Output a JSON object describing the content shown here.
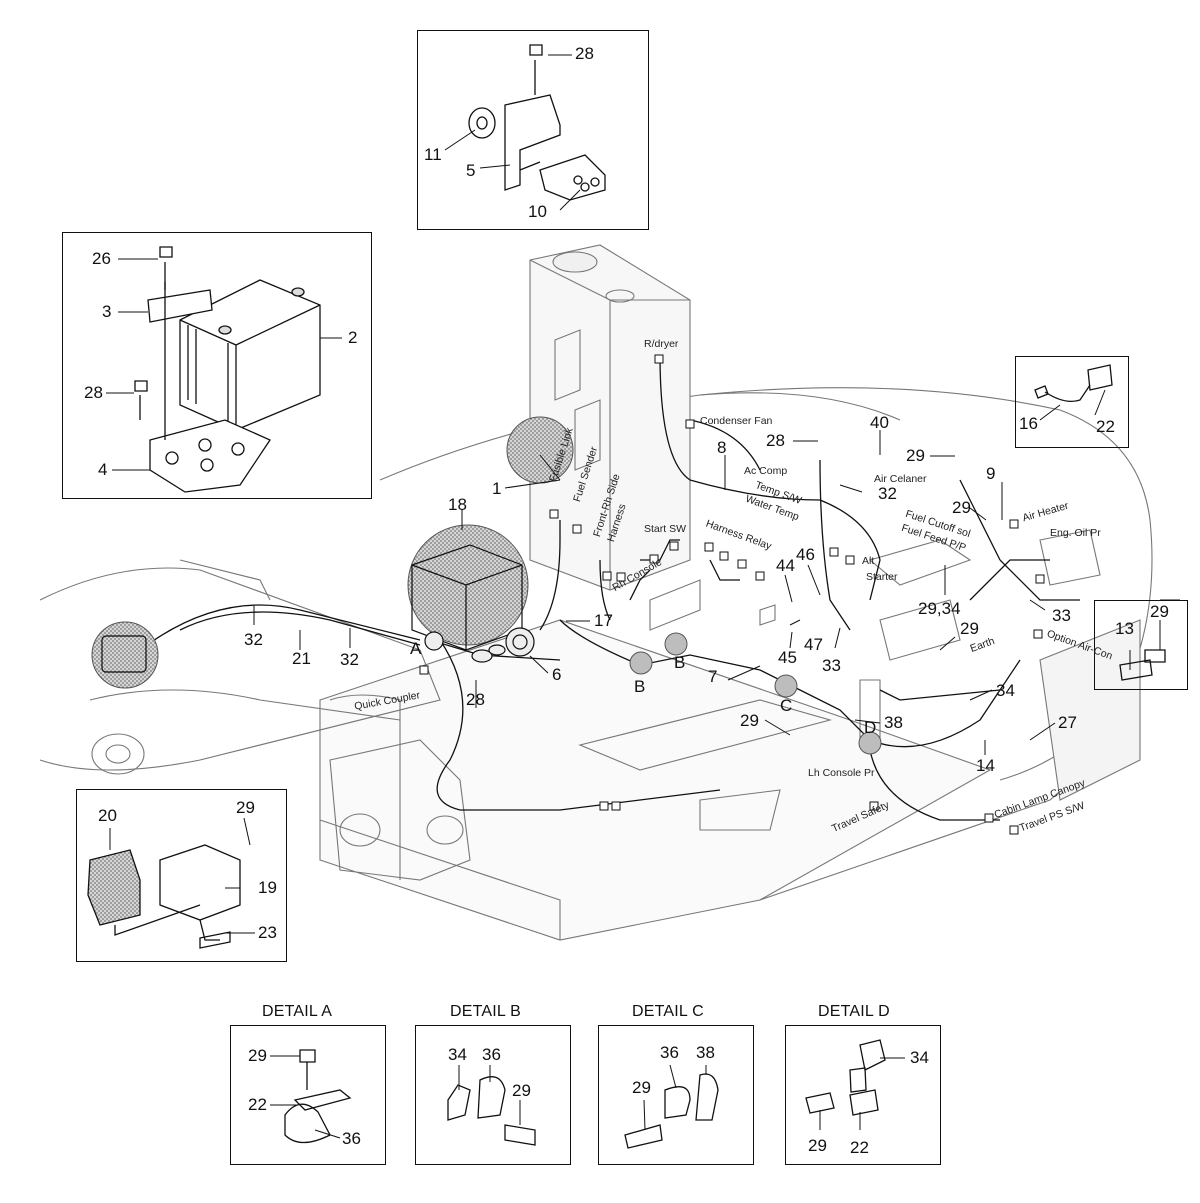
{
  "callouts": [
    {
      "id": "c28a",
      "text": "28"
    },
    {
      "id": "c11",
      "text": "11"
    },
    {
      "id": "c5",
      "text": "5"
    },
    {
      "id": "c10",
      "text": "10"
    },
    {
      "id": "c26",
      "text": "26"
    },
    {
      "id": "c3",
      "text": "3"
    },
    {
      "id": "c2",
      "text": "2"
    },
    {
      "id": "c28b",
      "text": "28"
    },
    {
      "id": "c4",
      "text": "4"
    },
    {
      "id": "c1",
      "text": "1"
    },
    {
      "id": "c18",
      "text": "18"
    },
    {
      "id": "c8",
      "text": "8"
    },
    {
      "id": "c28c",
      "text": "28"
    },
    {
      "id": "c40",
      "text": "40"
    },
    {
      "id": "c29a",
      "text": "29"
    },
    {
      "id": "c9",
      "text": "9"
    },
    {
      "id": "c29b",
      "text": "29"
    },
    {
      "id": "c32a",
      "text": "32"
    },
    {
      "id": "c16",
      "text": "16"
    },
    {
      "id": "c22a",
      "text": "22"
    },
    {
      "id": "c46",
      "text": "46"
    },
    {
      "id": "c44",
      "text": "44"
    },
    {
      "id": "c29c",
      "text": "29,34"
    },
    {
      "id": "c33a",
      "text": "33"
    },
    {
      "id": "c13",
      "text": "13"
    },
    {
      "id": "c29d",
      "text": "29"
    },
    {
      "id": "c32b",
      "text": "32"
    },
    {
      "id": "c21",
      "text": "21"
    },
    {
      "id": "c32c",
      "text": "32"
    },
    {
      "id": "c17",
      "text": "17"
    },
    {
      "id": "c47",
      "text": "47"
    },
    {
      "id": "c45",
      "text": "45"
    },
    {
      "id": "c33b",
      "text": "33"
    },
    {
      "id": "c29e",
      "text": "29"
    },
    {
      "id": "c6",
      "text": "6"
    },
    {
      "id": "c7",
      "text": "7"
    },
    {
      "id": "c34a",
      "text": "34"
    },
    {
      "id": "c28d",
      "text": "28"
    },
    {
      "id": "c29f",
      "text": "29"
    },
    {
      "id": "c38a",
      "text": "38"
    },
    {
      "id": "c27",
      "text": "27"
    },
    {
      "id": "c14",
      "text": "14"
    },
    {
      "id": "c20",
      "text": "20"
    },
    {
      "id": "c29g",
      "text": "29"
    },
    {
      "id": "c19",
      "text": "19"
    },
    {
      "id": "c23",
      "text": "23"
    },
    {
      "id": "cA",
      "text": "A"
    },
    {
      "id": "cB1",
      "text": "B"
    },
    {
      "id": "cB2",
      "text": "B"
    },
    {
      "id": "cC",
      "text": "C"
    },
    {
      "id": "cD",
      "text": "D"
    }
  ],
  "connector_labels": [
    {
      "id": "rdryer",
      "text": "R/dryer"
    },
    {
      "id": "condfan",
      "text": "Condenser Fan"
    },
    {
      "id": "accomp",
      "text": "Ac Comp"
    },
    {
      "id": "aircleaner",
      "text": "Air Celaner"
    },
    {
      "id": "tempsw",
      "text": "Temp S/W"
    },
    {
      "id": "watertemp",
      "text": "Water Temp"
    },
    {
      "id": "fuelcutoff",
      "text": "Fuel Cutoff sol"
    },
    {
      "id": "fuelfeed",
      "text": "Fuel Feed P/P"
    },
    {
      "id": "airheater",
      "text": "Air Heater"
    },
    {
      "id": "engoil",
      "text": "Eng. Oil Pr"
    },
    {
      "id": "fusible",
      "text": "Fusible Link"
    },
    {
      "id": "fuelsender",
      "text": "Fuel Sender"
    },
    {
      "id": "frontrh",
      "text": "Front-Rh Side"
    },
    {
      "id": "harness",
      "text": "Harness"
    },
    {
      "id": "startsw",
      "text": "Start SW"
    },
    {
      "id": "harnessrelay",
      "text": "Harness Relay"
    },
    {
      "id": "rhconsole",
      "text": "Rh Console"
    },
    {
      "id": "alt",
      "text": "Alt"
    },
    {
      "id": "starter",
      "text": "Starter"
    },
    {
      "id": "earth",
      "text": "Earth"
    },
    {
      "id": "optionaircon",
      "text": "Option Air-Con"
    },
    {
      "id": "quickcoupler",
      "text": "Quick Coupler"
    },
    {
      "id": "lhconsole",
      "text": "Lh Console Pr"
    },
    {
      "id": "travelsafety",
      "text": "Travel Safety"
    },
    {
      "id": "cabinlamp",
      "text": "Cabin Lamp Canopy"
    },
    {
      "id": "travelps",
      "text": "Travel PS S/W"
    }
  ],
  "details": [
    {
      "title": "DETAIL A",
      "callouts": [
        "29",
        "22",
        "36"
      ]
    },
    {
      "title": "DETAIL B",
      "callouts": [
        "34",
        "36",
        "29"
      ]
    },
    {
      "title": "DETAIL C",
      "callouts": [
        "36",
        "38",
        "29"
      ]
    },
    {
      "title": "DETAIL D",
      "callouts": [
        "34",
        "29",
        "22"
      ]
    }
  ],
  "colors": {
    "line": "#111111",
    "shade": "#bdbdbd",
    "body": "#f4f4f4"
  }
}
